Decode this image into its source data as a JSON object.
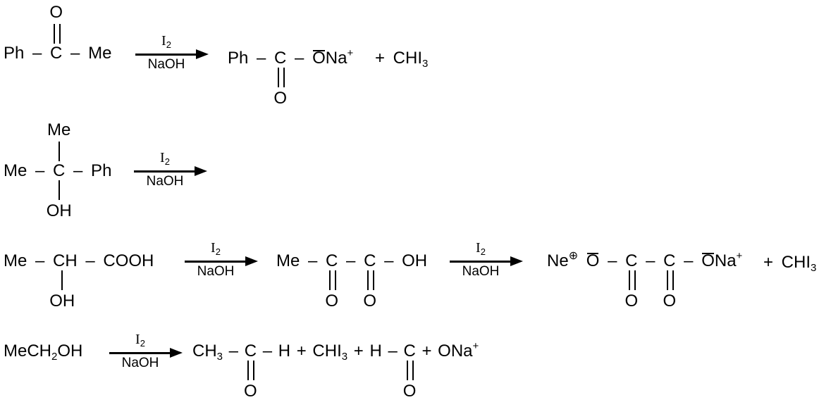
{
  "arrow": {
    "reagent_top": "I",
    "reagent_top_sub": "2",
    "reagent_bottom": "NaOH"
  },
  "r1": {
    "reactant": {
      "left": "Ph – ",
      "center": "C",
      "right": " – Me",
      "top": "O"
    },
    "product": {
      "left": "Ph – ",
      "center": "C",
      "mid": " – ",
      "anion_o": "O",
      "cation": "Na",
      "charge": "+",
      "bottom": "O"
    },
    "byproduct": {
      "text": "+ CHI",
      "sub": "3"
    }
  },
  "r2": {
    "reactant": {
      "left": "Me – ",
      "center": "C",
      "right": " – Ph",
      "top": "Me",
      "bottom": "OH"
    }
  },
  "r3": {
    "reactant": {
      "left": "Me – ",
      "center": "CH",
      "right": " – COOH",
      "bottom": "OH"
    },
    "intermediate": {
      "left": "Me – ",
      "c1": "C",
      "mid": " – ",
      "c2": "C",
      "right": " – OH",
      "o1": "O",
      "o2": "O"
    },
    "product": {
      "cation1": "Ne",
      "cation1_charge": "⊕",
      "o_left": "O",
      "d1": " – ",
      "c1": "C",
      "d2": " – ",
      "c2": "C",
      "d3": " – ",
      "o_right": "O",
      "cation2": "Na",
      "charge": "+",
      "o1": "O",
      "o2": "O"
    },
    "byproduct": {
      "text": "+ CHI",
      "sub": "3"
    }
  },
  "r4": {
    "reactant": {
      "a": "MeCH",
      "sub": "2",
      "b": "OH"
    },
    "product": {
      "ch": "CH",
      "ch_sub": "3",
      "d1": " – ",
      "c1": "C",
      "p1": " – H + CHI",
      "p1_sub": "3",
      "p2": " + H – ",
      "c2": "C",
      "p3": " + ONa",
      "charge": "+",
      "o1": "O",
      "o2": "O"
    }
  }
}
